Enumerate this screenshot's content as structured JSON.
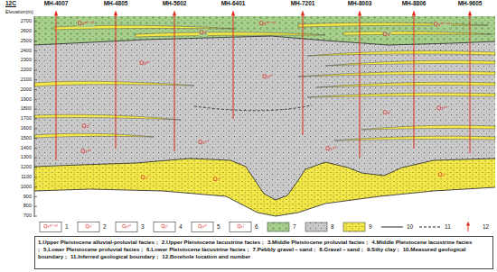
{
  "diagram": {
    "labels": [
      "12C",
      "Elevation(m)",
      "MH-4007",
      "MH-4805",
      "MH-5602",
      "MH-6401",
      "MH-7201",
      "MH-8003",
      "MH-8806",
      "MH-9605",
      "2700",
      "2600",
      "2500",
      "2400",
      "2300",
      "2200",
      "2100",
      "2000",
      "1900",
      "1800",
      "1700",
      "1600",
      "1500",
      "1400",
      "1300",
      "1200",
      "1100",
      "1000",
      "900",
      "800",
      "700",
      "Q₃ᵃˡ⁻ᵖˡ",
      "Q₃ᵃˡ⁻ᵖˡ",
      "Q₃ᵃˡ⁻ᵖˡ",
      "Q₃ˡ",
      "Q₃ˡ",
      "Q₂ᵖˡ",
      "Q₂ᵖˡ",
      "Q₂ᵖˡ",
      "Q₂ˡ",
      "Q₂ˡ",
      "Q₁ᵖˡ",
      "Q₁ᵖˡ",
      "Q₁ᵖˡ",
      "Q₁ˡ",
      "Q₁ˡ",
      "Q₁ˡ",
      "Q₃ᵃˡ⁻ᵖˡ",
      "Q₃ˡ",
      "Q₂ᵖˡ",
      "Q₂ˡ",
      "Q₁ᵖˡ",
      "Q₁ˡ",
      "1",
      "2",
      "3",
      "4",
      "5",
      "6",
      "7",
      "8",
      "9",
      "10",
      "11",
      "12"
    ],
    "legend": [
      {
        "text": "1.Upper Pleistocene alluvial-proluvial facies ;"
      },
      {
        "text": "2.Upper Pleistocene lacustrine facies ;"
      },
      {
        "text": "3.Middle Pleistocene proluvial facies ;"
      },
      {
        "text": "4.Middle Pleistocene lacustrine facies ;"
      },
      {
        "text": "5.Lower Pleistocene proluvial facies ;"
      },
      {
        "text": "6.Lower Pleistocene lacustrine facies ;"
      },
      {
        "text": "7.Pebbly gravel－sand ;",
        "color": "#a8d08d"
      },
      {
        "text": "8.Gravel－sand ;",
        "color": "#c9c9c9"
      },
      {
        "text": "9.Silty clay ;",
        "color": "#f3e84a"
      },
      {
        "text": "10.Measured geological boundary ;"
      },
      {
        "text": "11.Inferred geological boundary ;"
      },
      {
        "text": "12.Borehole location and number"
      }
    ]
  }
}
